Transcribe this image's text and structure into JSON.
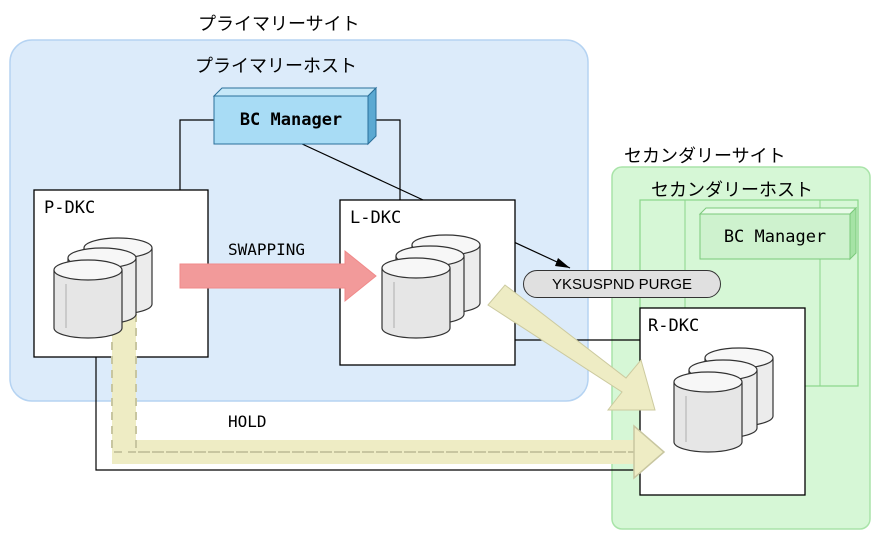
{
  "primary_site": {
    "title": "プライマリーサイト",
    "host_label": "プライマリーホスト",
    "bc_manager": "BC Manager"
  },
  "secondary_site": {
    "title": "セカンダリーサイト",
    "host_label": "セカンダリーホスト",
    "bc_manager": "BC Manager"
  },
  "storage": {
    "p_dkc": "P-DKC",
    "l_dkc": "L-DKC",
    "r_dkc": "R-DKC"
  },
  "flows": {
    "swapping": "SWAPPING",
    "hold": "HOLD"
  },
  "command": "YKSUSPND PURGE",
  "colors": {
    "primary_bg": "#dcebfa",
    "secondary_bg": "#d6f7d6",
    "bc_manager_primary": "#a8dcf5",
    "bc_manager_secondary": "#cef2ce",
    "swap_arrow": "#f29a9a",
    "hold_arrow": "#eeecc4"
  }
}
